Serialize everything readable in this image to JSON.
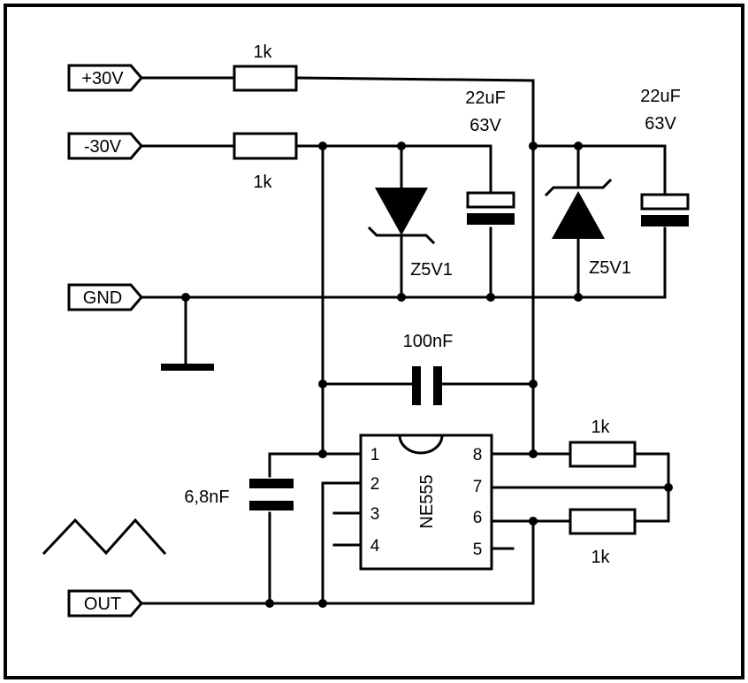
{
  "ports": {
    "p30": "+30V",
    "m30": "-30V",
    "gnd": "GND",
    "out": "OUT"
  },
  "resistors": {
    "r_top": "1k",
    "r_mid": "1k",
    "r_right_top": "1k",
    "r_right_bot": "1k"
  },
  "capacitors": {
    "c_left_value": "22uF",
    "c_left_voltage": "63V",
    "c_right_value": "22uF",
    "c_right_voltage": "63V",
    "c_mid": "100nF",
    "c_timing": "6,8nF"
  },
  "zeners": {
    "z_left": "Z5V1",
    "z_right": "Z5V1"
  },
  "ic": {
    "name": "NE555",
    "pins": [
      "1",
      "2",
      "3",
      "4",
      "5",
      "6",
      "7",
      "8"
    ]
  }
}
